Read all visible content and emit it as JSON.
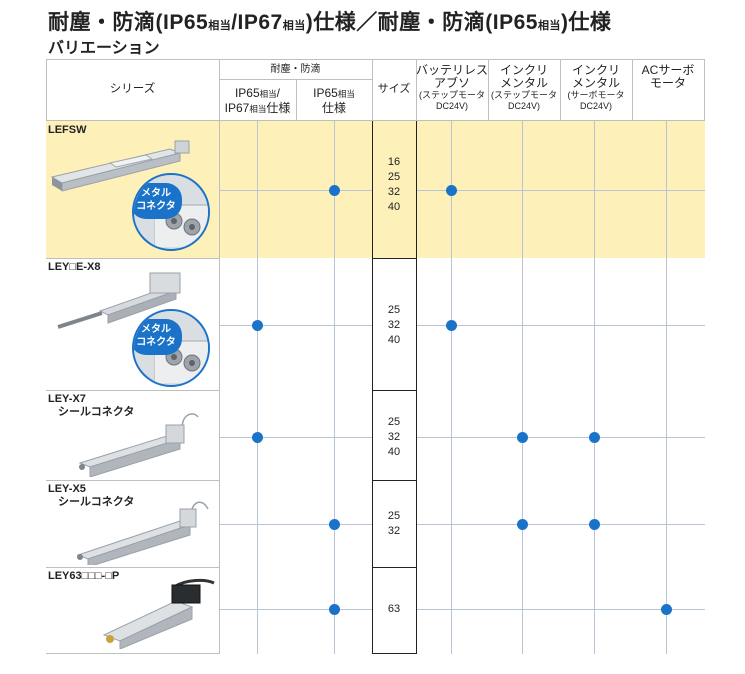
{
  "title": "耐塵・防滴(IP65相当/IP67相当)仕様／耐塵・防滴(IP65相当)仕様",
  "title_parts": {
    "a": "耐塵・防滴(IP65",
    "b": "相当",
    "c": "/IP67",
    "d": "相当",
    "e": ")仕様／耐塵・防滴(IP65",
    "f": "相当",
    "g": ")仕様"
  },
  "subtitle": "バリエーション",
  "headers": {
    "series": "シリーズ",
    "dust": "耐塵・防滴",
    "ip65_67": {
      "l1a": "IP65",
      "l1b": "相当",
      "l1c": "/",
      "l2a": "IP67",
      "l2b": "相当",
      "l2c": "仕様"
    },
    "ip65": {
      "l1a": "IP65",
      "l1b": "相当",
      "l2": "仕様"
    },
    "size": "サイズ",
    "battery": {
      "l1": "バッテリレス",
      "l2": "アブソ",
      "l3": "(ステップモータ",
      "l4": "DC24V)"
    },
    "inc_step": {
      "l1": "インクリ",
      "l2": "メンタル",
      "l3": "(ステップモータ",
      "l4": "DC24V)"
    },
    "inc_servo": {
      "l1": "インクリ",
      "l2": "メンタル",
      "l3": "(サーボモータ",
      "l4": "DC24V)"
    },
    "ac": {
      "l1": "ACサーボ",
      "l2": "モータ"
    }
  },
  "rows": [
    {
      "series": "LEFSW",
      "sub": "",
      "badge": "メタル\nコネクタ",
      "badge_l1": "メタル",
      "badge_l2": "コネクタ",
      "sizes": [
        "16",
        "25",
        "32",
        "40"
      ]
    },
    {
      "series": "LEY□E-X8",
      "sub": "",
      "badge_l1": "メタル",
      "badge_l2": "コネクタ",
      "sizes": [
        "25",
        "32",
        "40"
      ]
    },
    {
      "series": "LEY-X7",
      "sub": "シールコネクタ",
      "sizes": [
        "25",
        "32",
        "40"
      ]
    },
    {
      "series": "LEY-X5",
      "sub": "シールコネクタ",
      "sizes": [
        "25",
        "32"
      ]
    },
    {
      "series": "LEY63□□□-□P",
      "sub": "",
      "sizes": [
        "63"
      ]
    }
  ],
  "availability": [
    {
      "ip65_67": false,
      "ip65": true,
      "battery": true,
      "inc_step": false,
      "inc_servo": false,
      "ac": false
    },
    {
      "ip65_67": true,
      "ip65": false,
      "battery": true,
      "inc_step": false,
      "inc_servo": false,
      "ac": false
    },
    {
      "ip65_67": true,
      "ip65": false,
      "battery": false,
      "inc_step": true,
      "inc_servo": true,
      "ac": false
    },
    {
      "ip65_67": false,
      "ip65": true,
      "battery": false,
      "inc_step": true,
      "inc_servo": true,
      "ac": false
    },
    {
      "ip65_67": false,
      "ip65": true,
      "battery": false,
      "inc_step": false,
      "inc_servo": false,
      "ac": true
    }
  ],
  "colors": {
    "highlight_row": "#fdf0b8",
    "header_bg": "#ffffff",
    "dot": "#1b73c9",
    "accent": "#1b73c9"
  }
}
